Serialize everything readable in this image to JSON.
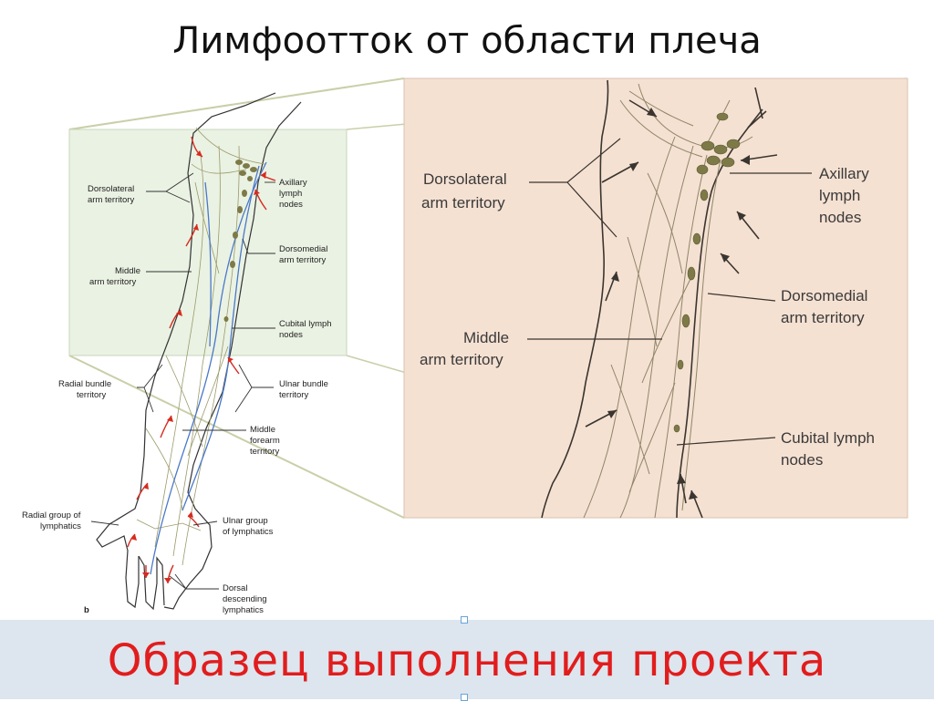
{
  "slide": {
    "title": "Лимфоотток от области плеча",
    "banner": "Образец выполнения проекта"
  },
  "figure_left": {
    "panel_letter": "b",
    "labels": {
      "dorsolateral": [
        "Dorsolateral",
        "arm territory"
      ],
      "axillary": [
        "Axillary",
        "lymph",
        "nodes"
      ],
      "dorsomedial": [
        "Dorsomedial",
        "arm territory"
      ],
      "middle_arm": [
        "Middle",
        "arm territory"
      ],
      "cubital": [
        "Cubital lymph",
        "nodes"
      ],
      "radial_bundle": [
        "Radial bundle",
        "territory"
      ],
      "ulnar_bundle": [
        "Ulnar bundle",
        "territory"
      ],
      "middle_forearm": [
        "Middle",
        "forearm",
        "territory"
      ],
      "radial_group": [
        "Radial group of",
        "lymphatics"
      ],
      "ulnar_group": [
        "Ulnar group",
        "of lymphatics"
      ],
      "dorsal_descending": [
        "Dorsal",
        "descending",
        "lymphatics"
      ]
    }
  },
  "figure_right": {
    "labels": {
      "dorsolateral": [
        "Dorsolateral",
        "arm territory"
      ],
      "axillary": [
        "Axillary",
        "lymph",
        "nodes"
      ],
      "dorsomedial": [
        "Dorsomedial",
        "arm territory"
      ],
      "middle_arm": [
        "Middle",
        "arm territory"
      ],
      "cubital": [
        "Cubital lymph",
        "nodes"
      ]
    }
  },
  "colors": {
    "left_highlight": "#eaf2e3",
    "right_bg": "#f5e1d2",
    "arrow_red": "#d62b1e",
    "vessel_blue": "#4a78c8",
    "node_olive": "#7d7a48",
    "banner_text": "#e11d1d"
  }
}
